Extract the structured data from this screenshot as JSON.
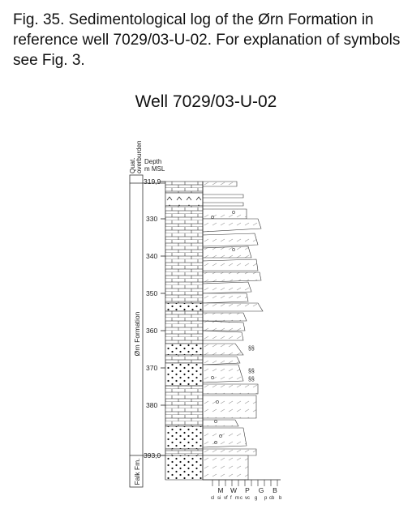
{
  "caption": "Fig. 35. Sedimentological log of the Ørn Formation in reference well 7029/03-U-02. For explanation of symbols see Fig. 3.",
  "well_title": "Well 7029/03-U-02",
  "column_headers": {
    "quaternary": "Quat.",
    "overburden": "overburden",
    "depth": "Depth",
    "depth_unit": "m MSL"
  },
  "formations": {
    "orn": "Ørn Formation",
    "falk": "Falk Fm."
  },
  "depth_labels": [
    "319,9",
    "330",
    "340",
    "350",
    "360",
    "370",
    "380",
    "393,0"
  ],
  "grain_size_scale": {
    "upper": [
      "M",
      "W",
      "P",
      "G",
      "B"
    ],
    "lower": [
      "cl",
      "si",
      "vf",
      "f",
      "m",
      "c",
      "vc",
      "g",
      "p",
      "cb",
      "b"
    ]
  }
}
